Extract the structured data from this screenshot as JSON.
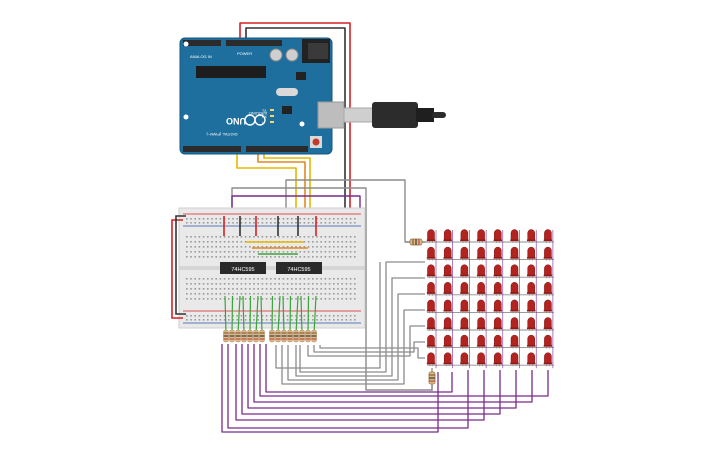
{
  "arduino": {
    "board_text": "UNO",
    "brand_text": "ARDUINO",
    "digital_text": "DIGITAL (PWM~)",
    "power_text": "POWER",
    "analog_text": "ANALOG IN",
    "tx_text": "TX",
    "rx_text": "RX",
    "l_text": "L",
    "on_text": "ON"
  },
  "chips": [
    {
      "label": "74HC595"
    },
    {
      "label": "74HC595"
    }
  ],
  "matrix": {
    "rows": 8,
    "cols": 8
  },
  "colors": {
    "board": "#1f6f9e",
    "board_dark": "#15577d",
    "breadboard": "#e9e9e9",
    "led": "#b3231f",
    "wire_red": "#d62222",
    "wire_black": "#333333",
    "wire_yellow": "#e6b800",
    "wire_orange": "#e08a1e",
    "wire_gray": "#8c8c8c",
    "wire_purple": "#7a2a8c",
    "wire_green": "#3aa53a",
    "resistor": "#d8b98a"
  }
}
